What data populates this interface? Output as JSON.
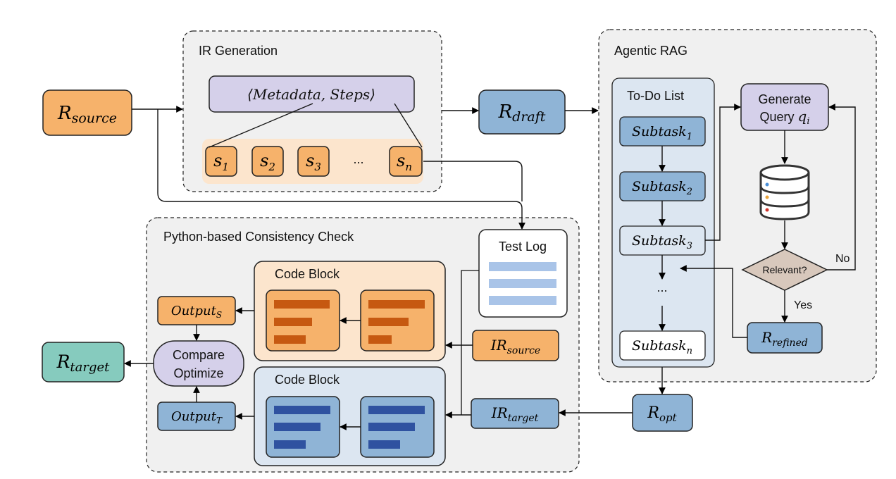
{
  "colors": {
    "orange": "#F6B26B",
    "orange_light": "#FCE5CD",
    "orange_dark": "#C65911",
    "blue": "#8FB4D6",
    "blue_light": "#DCE6F1",
    "blue_dark": "#2F52A0",
    "purple": "#D5D0EA",
    "teal": "#86CBBE",
    "gray_panel": "#F0F0F0",
    "tan": "#D8C8BC",
    "log_bar": "#A9C4E8"
  },
  "nodes": {
    "r_source": {
      "base": "R",
      "sub": "source"
    },
    "r_draft": {
      "base": "R",
      "sub": "draft"
    },
    "r_target": {
      "base": "R",
      "sub": "target"
    },
    "r_opt": {
      "base": "R",
      "sub": "opt"
    },
    "r_refined": {
      "base": "R",
      "sub": "refined"
    }
  },
  "ir_generation": {
    "title": "IR Generation",
    "meta_steps": "⟨Metadata, Steps⟩",
    "steps": [
      {
        "base": "s",
        "sub": "1"
      },
      {
        "base": "s",
        "sub": "2"
      },
      {
        "base": "s",
        "sub": "3"
      },
      {
        "base": "s",
        "sub": "n"
      }
    ],
    "ellipsis": "..."
  },
  "agentic_rag": {
    "title": "Agentic RAG",
    "todo_title": "To-Do List",
    "subtasks": [
      {
        "base": "Subtask",
        "sub": "1"
      },
      {
        "base": "Subtask",
        "sub": "2"
      },
      {
        "base": "Subtask",
        "sub": "3"
      },
      {
        "base": "Subtask",
        "sub": "n"
      }
    ],
    "ellipsis": "...",
    "generate_query_line1": "Generate",
    "generate_query_line2": "Query",
    "query_var": {
      "base": "q",
      "sub": "i"
    },
    "relevant": "Relevant?",
    "no": "No",
    "yes": "Yes",
    "database_icon": "database-icon"
  },
  "consistency_check": {
    "title": "Python-based Consistency Check",
    "test_log": "Test Log",
    "code_block_top": "Code Block",
    "code_block_bottom": "Code Block",
    "output_s": {
      "base": "Output",
      "sub": "S"
    },
    "output_t": {
      "base": "Output",
      "sub": "T"
    },
    "compare": "Compare",
    "optimize": "Optimize",
    "ir_source": {
      "base": "IR",
      "sub": "source"
    },
    "ir_target": {
      "base": "IR",
      "sub": "target"
    }
  }
}
